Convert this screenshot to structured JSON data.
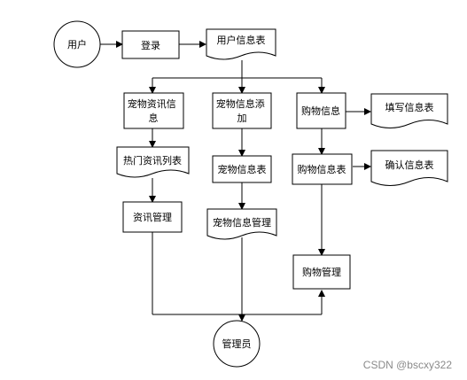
{
  "nodes": {
    "user": "用户",
    "login": "登录",
    "user_info_table": "用户信息表",
    "pet_news_info": [
      "宠物资讯信",
      "息"
    ],
    "pet_info_add": [
      "宠物信息添",
      "加"
    ],
    "purchase_info": "购物信息",
    "fill_info_table": "填写信息表",
    "hot_news_list": "热门资讯列表",
    "pet_info_table": "宠物信息表",
    "purchase_info_table": "购物信息表",
    "confirm_info_table": "确认信息表",
    "news_management": "资讯管理",
    "pet_info_management": "宠物信息管理",
    "purchase_management": "购物管理",
    "admin": "管理员"
  },
  "watermark": "CSDN @bscxy322",
  "colors": {
    "stroke": "#000000",
    "fill": "#ffffff",
    "watermark": "#8a8a8a"
  }
}
